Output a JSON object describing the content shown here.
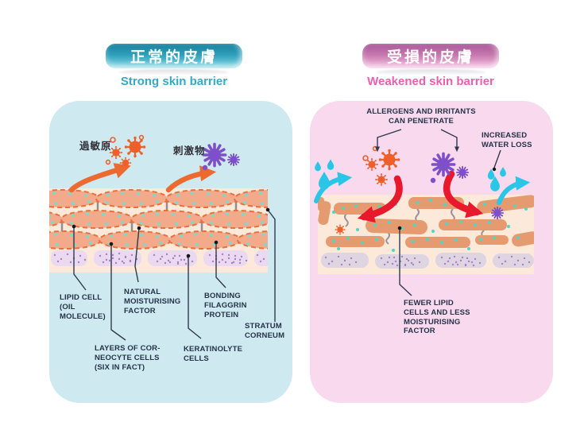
{
  "titles": {
    "left": {
      "zh": "正常的皮膚",
      "en": "Strong skin barrier"
    },
    "right": {
      "zh": "受損的皮膚",
      "en": "Weakened skin barrier"
    }
  },
  "left_panel": {
    "allergen_label": "過敏原",
    "irritant_label": "刺激物",
    "callouts": {
      "lipid": "LIPID CELL\n(OIL\nMOLECULE)",
      "nmf": "NATURAL\nMOISTURISING\nFACTOR",
      "corneocyte": "LAYERS OF COR-\nNEOCYTE CELLS\n(SIX IN FACT)",
      "keratinolyte": "KERATINOLYTE\nCELLS",
      "filaggrin": "BONDING\nFILAGGRIN\nPROTEIN",
      "stratum": "STRATUM\nCORNEUM"
    }
  },
  "right_panel": {
    "penetrate_label": "ALLERGENS AND IRRITANTS\nCAN PENETRATE",
    "water_loss_label": "INCREASED\nWATER LOSS",
    "fewer_label": "FEWER LIPID\nCELLS AND LESS\nMOISTURISING\nFACTOR"
  },
  "colors": {
    "left_accent": "#36a8c8",
    "right_accent": "#ec5fae",
    "panel_left_bg": "#cfe9f0",
    "panel_right_bg": "#f8d9ee",
    "skin_band_bg": "#fde9d9",
    "cell_fill": "#f3aa8a",
    "cell_border": "#e7703c",
    "moisture_dot_teal": "#4fd6c5",
    "allergen_orange": "#ee5f2a",
    "irritant_purple": "#7d4fc9",
    "penetrate_red": "#e8182d",
    "water_cyan": "#29c6e8",
    "label_navy": "#253349",
    "keratinolyte_lavender": "#ead9ef",
    "damaged_base_gray": "#ded5e1"
  }
}
